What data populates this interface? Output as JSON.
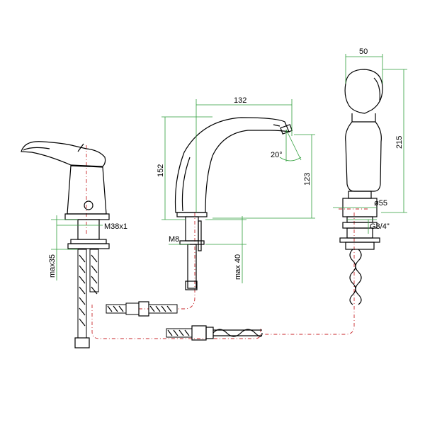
{
  "diagram": {
    "dimensions": {
      "spout_reach": "132",
      "spout_height": "152",
      "spout_outlet_height": "123",
      "spout_angle": "20°",
      "spout_thread": "M8",
      "spout_max_deck": "max 40",
      "handshower_width": "50",
      "handshower_height": "215",
      "handshower_diameter": "ø55",
      "handshower_thread": "G3/4\"",
      "mixer_thread": "M38x1",
      "mixer_max_deck": "max35"
    },
    "colors": {
      "dimension_lines": "#2e9e3a",
      "center_lines": "#c8262a",
      "outline": "#000000"
    }
  }
}
